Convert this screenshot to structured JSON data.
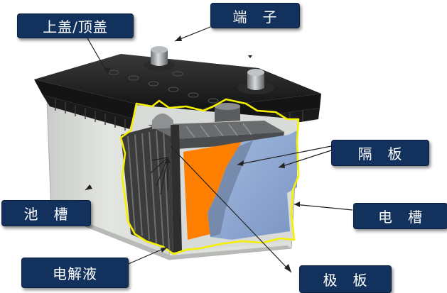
{
  "labels": {
    "top_cover": "上盖/顶盖",
    "terminal": "端　子",
    "separator": "隔　板",
    "battery_case_left": "池　槽",
    "battery_case_right": "电　槽",
    "electrolyte": "电解液",
    "plates": "极　板"
  },
  "colors": {
    "label_bg": "#12315c",
    "label_text": "#ffffff",
    "highlight_outline": "#f5f000",
    "plate_orange": "#ff7f00",
    "separator_blue": "#8faad6",
    "case_gray": "#d9dcd8",
    "cover_black": "#1e1e1e"
  }
}
